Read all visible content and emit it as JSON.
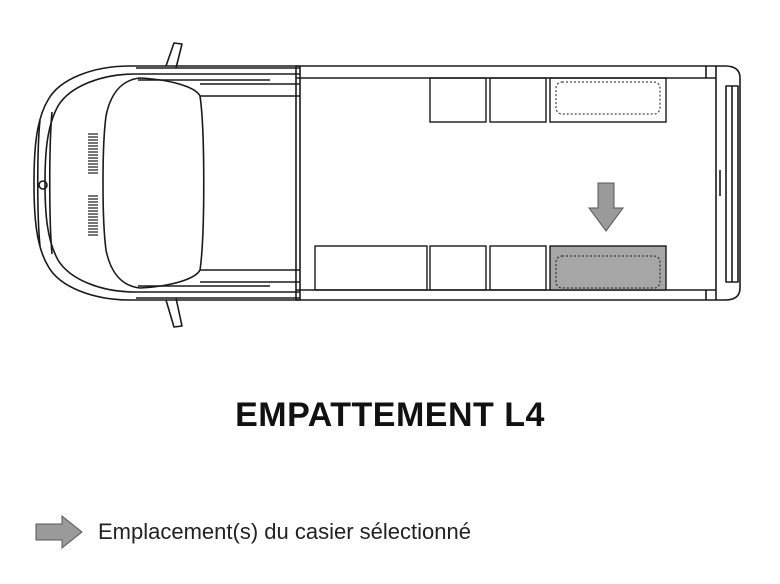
{
  "title": "EMPATTEMENT L4",
  "legend": {
    "label": "Emplacement(s) du casier sélectionné",
    "icon": "arrow-right-icon"
  },
  "colors": {
    "outline": "#1a1a1a",
    "selected_fill": "#a6a6a6",
    "arrow_fill": "#9a9a9a"
  },
  "compartments": {
    "top_row": [
      {
        "id": "top-1",
        "selected": false
      },
      {
        "id": "top-2",
        "selected": false
      },
      {
        "id": "top-3",
        "selected": false
      }
    ],
    "bottom_row": [
      {
        "id": "bottom-1",
        "selected": false
      },
      {
        "id": "bottom-2",
        "selected": false
      },
      {
        "id": "bottom-3",
        "selected": false
      },
      {
        "id": "bottom-4",
        "selected": true
      }
    ]
  }
}
